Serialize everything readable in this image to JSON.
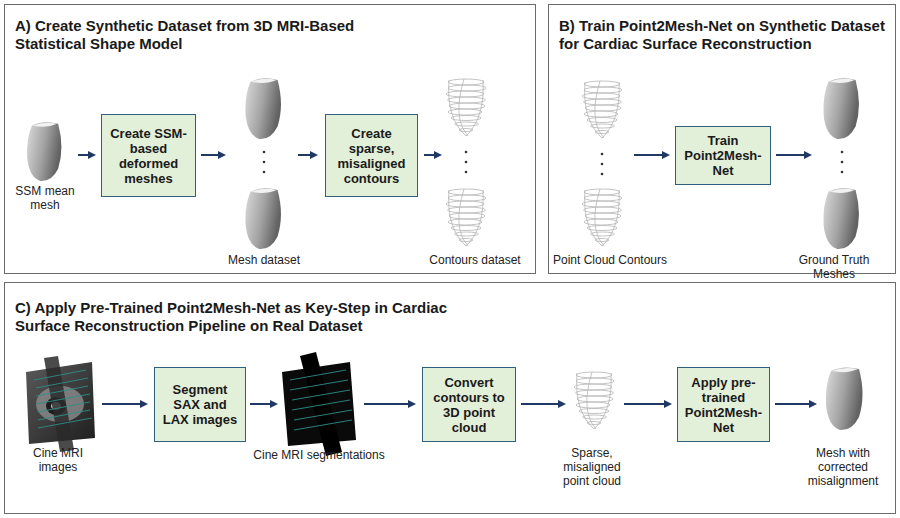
{
  "diagram": {
    "nodes": [
      {
        "text": [
          "A) Create Synthetic Dataset from 3D MRI-Based Statistical Shape Model"
        ]
      },
      {
        "text": [
          "Create SSM-based deformed meshes"
        ],
        "in": 0
      },
      {
        "text": [
          "Create sparse, misaligned contours"
        ],
        "in": 0
      },
      {
        "text": [
          "B) Train Point2Mesh-Net on Synthetic Dataset for Cardiac Surface Reconstruction"
        ]
      },
      {
        "text": [
          "Train Point2Mesh-Net"
        ],
        "in": 3
      },
      {
        "text": [
          "C) Apply Pre-Trained Point2Mesh-Net as Key-Step in Cardiac Surface Reconstruction Pipeline on Real Dataset"
        ]
      },
      {
        "text": [
          "Segment SAX and LAX images"
        ],
        "in": 5
      },
      {
        "text": [
          "Convert contours to 3D point cloud"
        ],
        "in": 5
      },
      {
        "text": [
          "Apply pre-trained Point2Mesh-Net"
        ],
        "in": 5
      }
    ],
    "labels": [
      "SSM mean mesh",
      "Mesh dataset",
      "Contours dataset",
      "Point Cloud Contours",
      "Ground Truth Meshes",
      "Cine MRI images",
      "Cine MRI segmentations",
      "Sparse, misaligned point cloud",
      "Mesh with corrected misalignment"
    ]
  }
}
